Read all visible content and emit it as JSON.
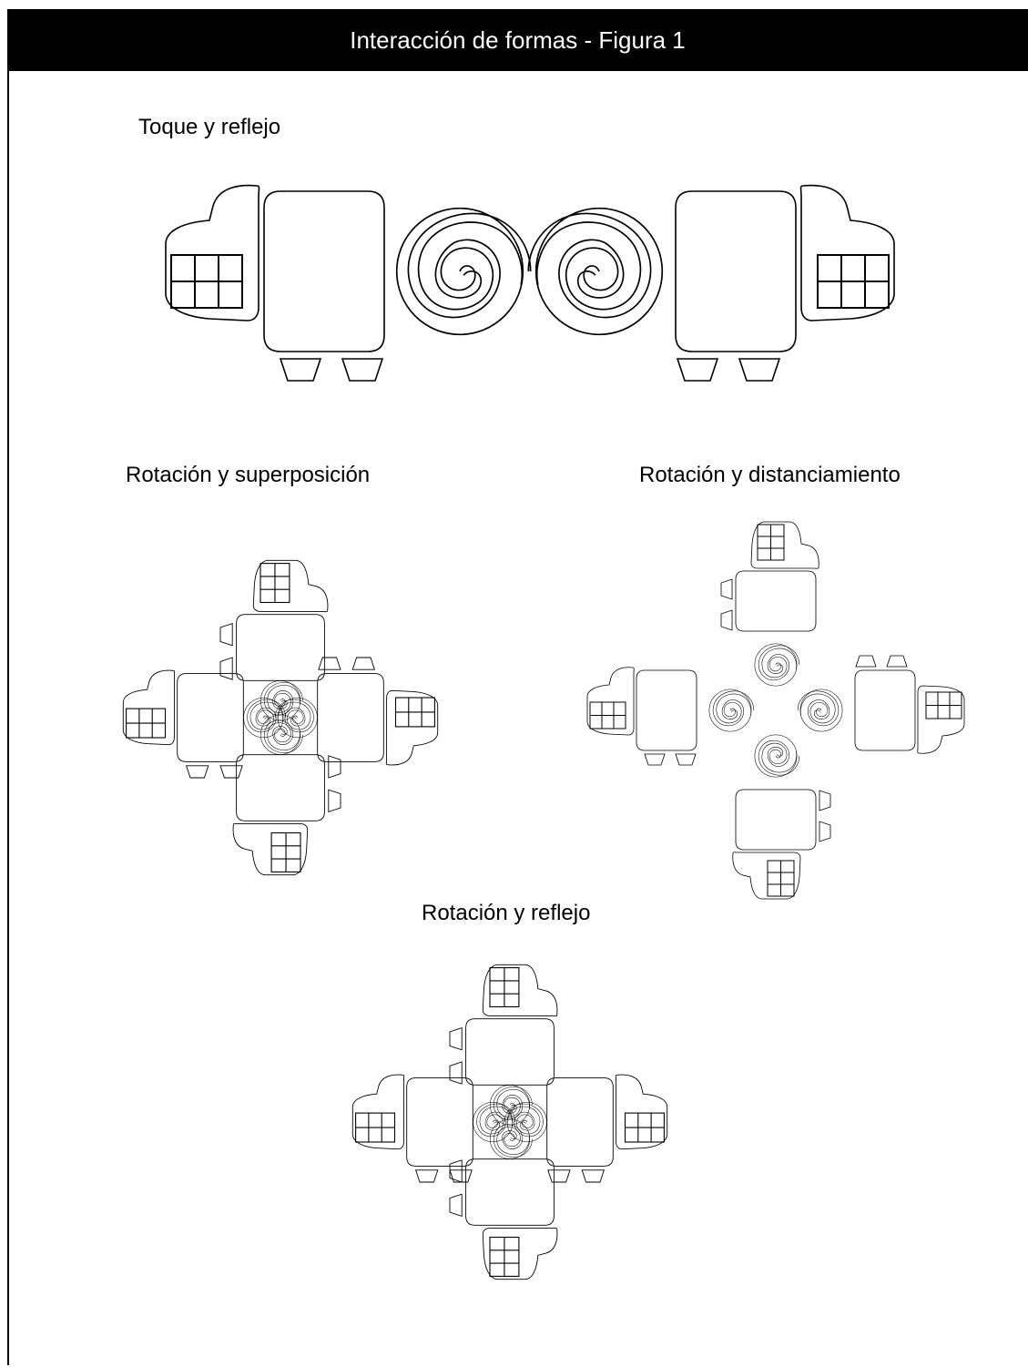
{
  "header": {
    "title": "Interacción de formas - Figura 1"
  },
  "sections": [
    {
      "id": "a",
      "label": "Toque y reflejo"
    },
    {
      "id": "b",
      "label": "Rotación y superposición"
    },
    {
      "id": "c",
      "label": "Rotación y distanciamiento"
    },
    {
      "id": "d",
      "label": "Rotación y reflejo"
    }
  ],
  "style": {
    "stroke": "#000000",
    "background": "#ffffff",
    "header_bg": "#000000",
    "header_text": "#ffffff"
  }
}
